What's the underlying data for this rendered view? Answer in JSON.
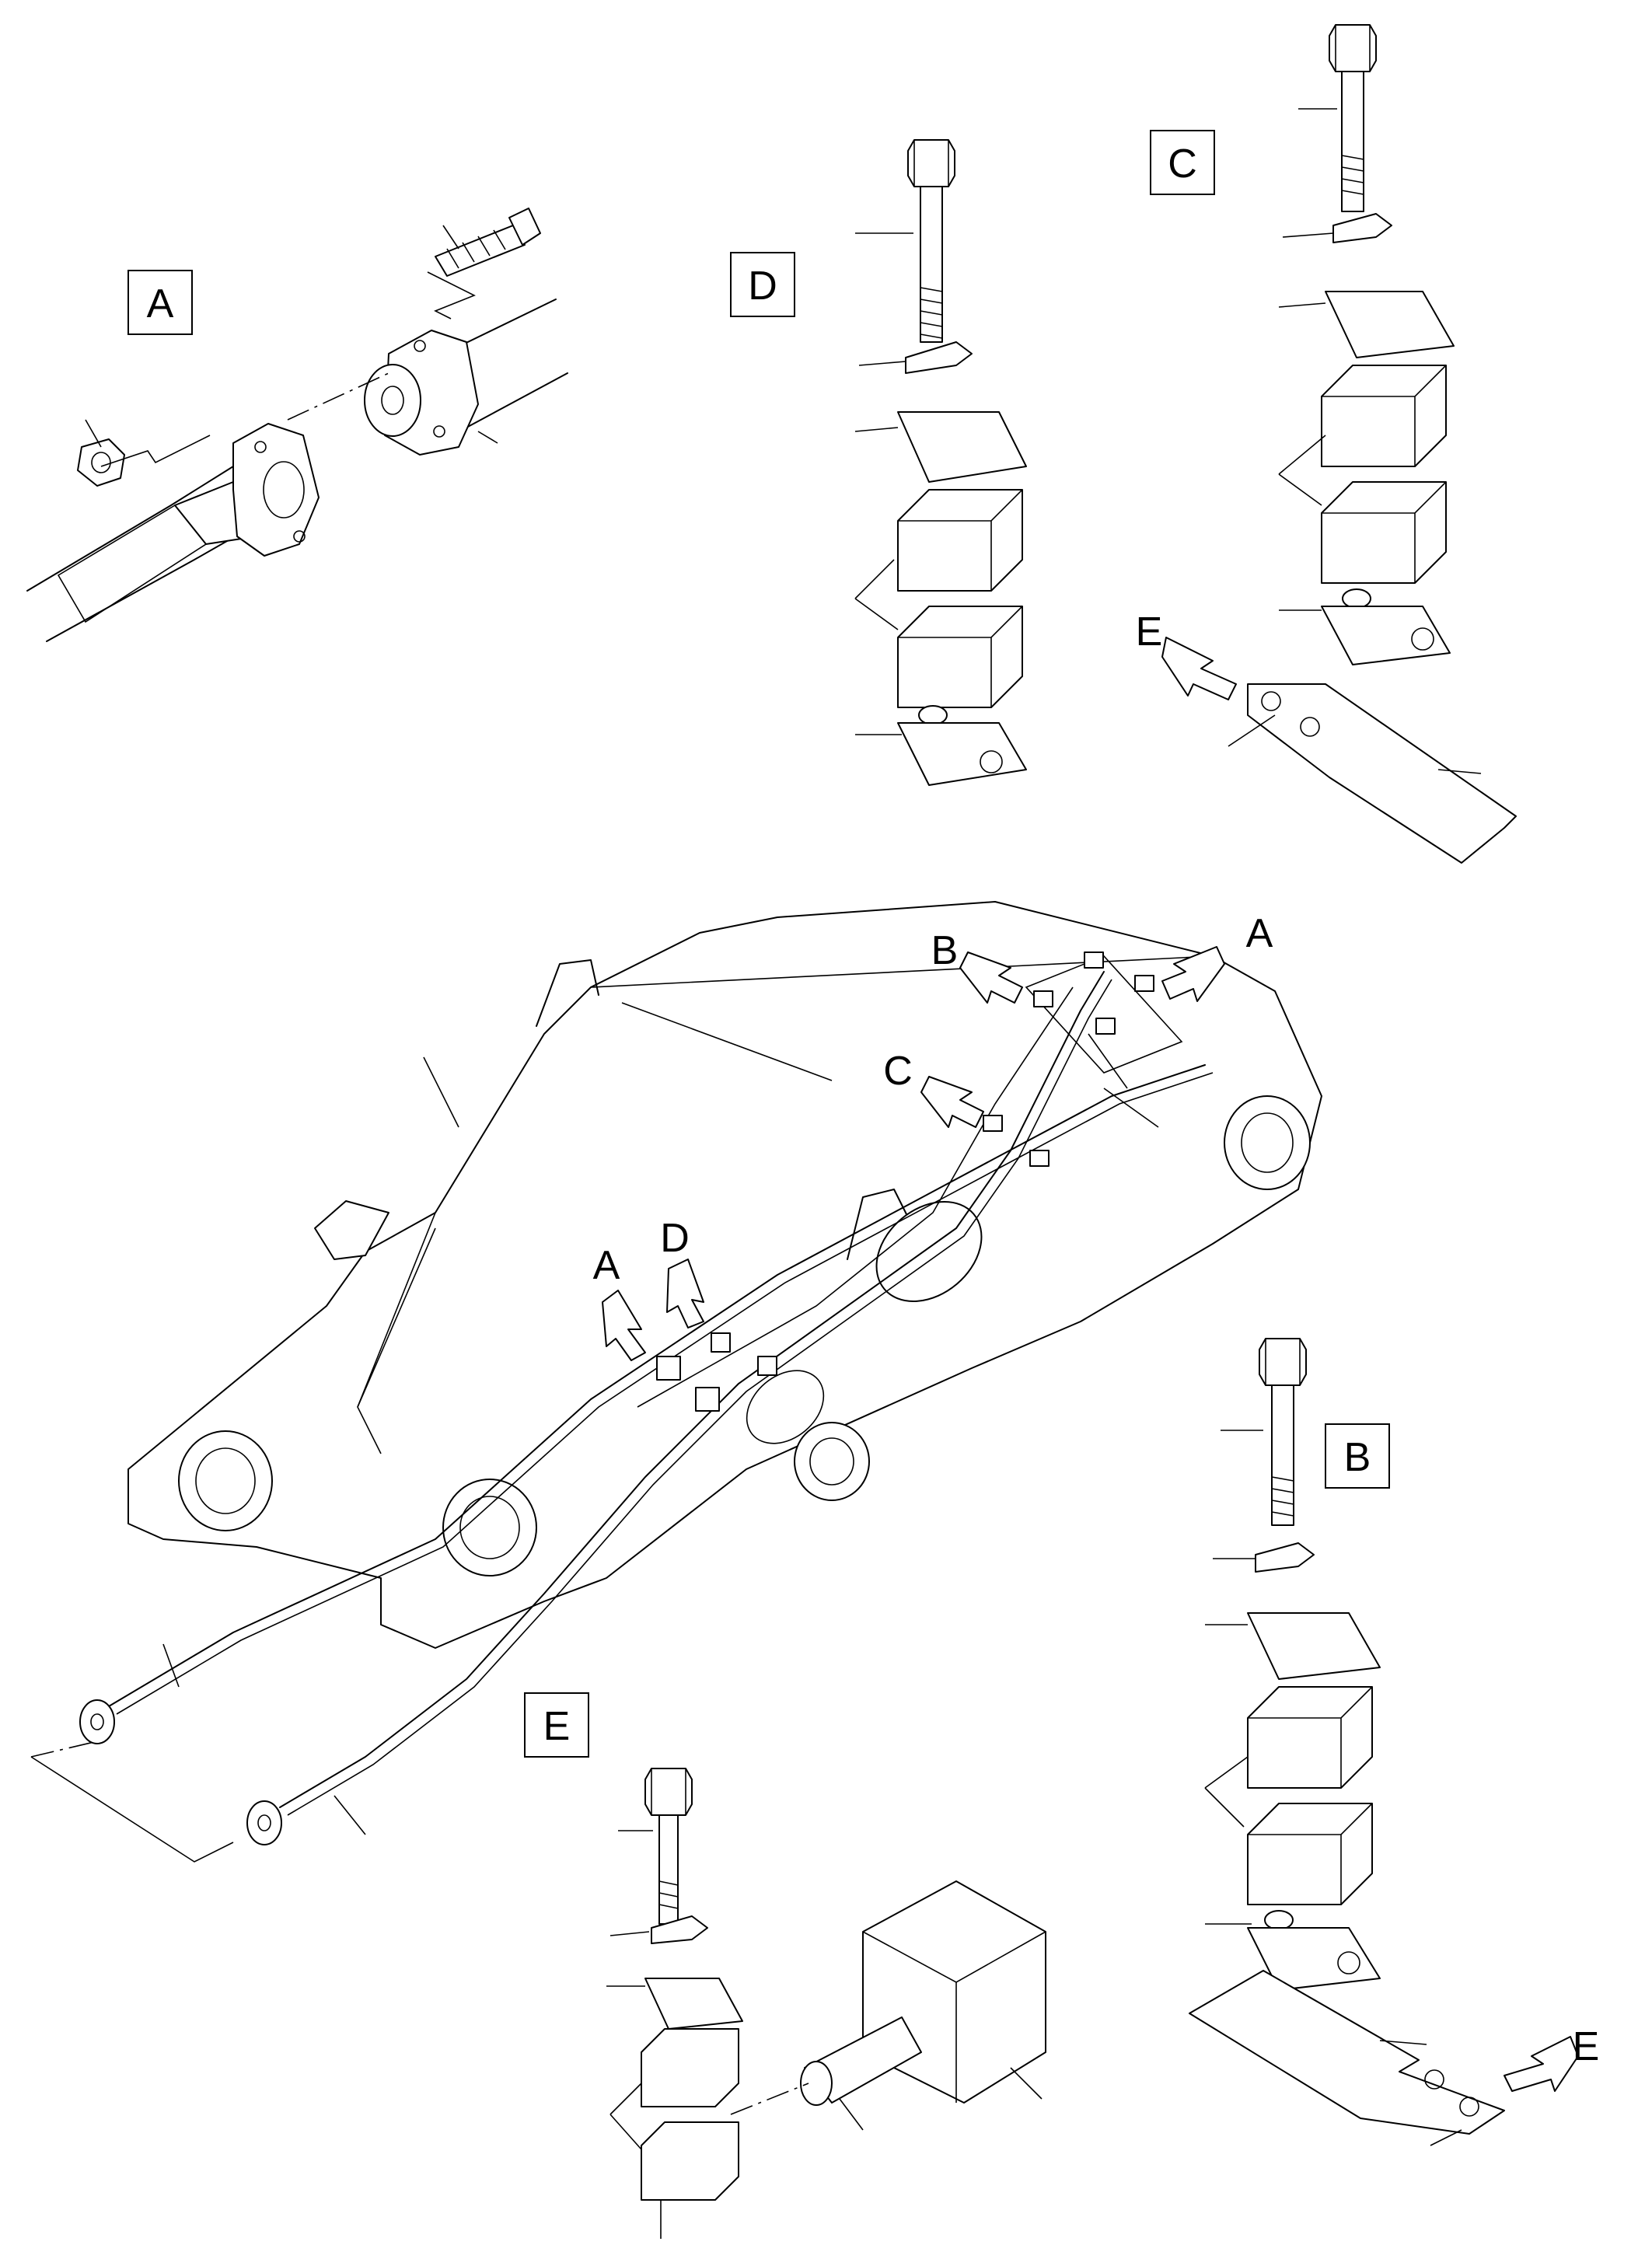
{
  "callouts": {
    "view_a": "A",
    "view_b": "B",
    "view_c": "C",
    "view_d": "D",
    "view_e": "E"
  },
  "arrows": {
    "a1": "A",
    "a2": "A",
    "b": "B",
    "c": "C",
    "d": "D",
    "e1": "E",
    "e2": "E"
  }
}
